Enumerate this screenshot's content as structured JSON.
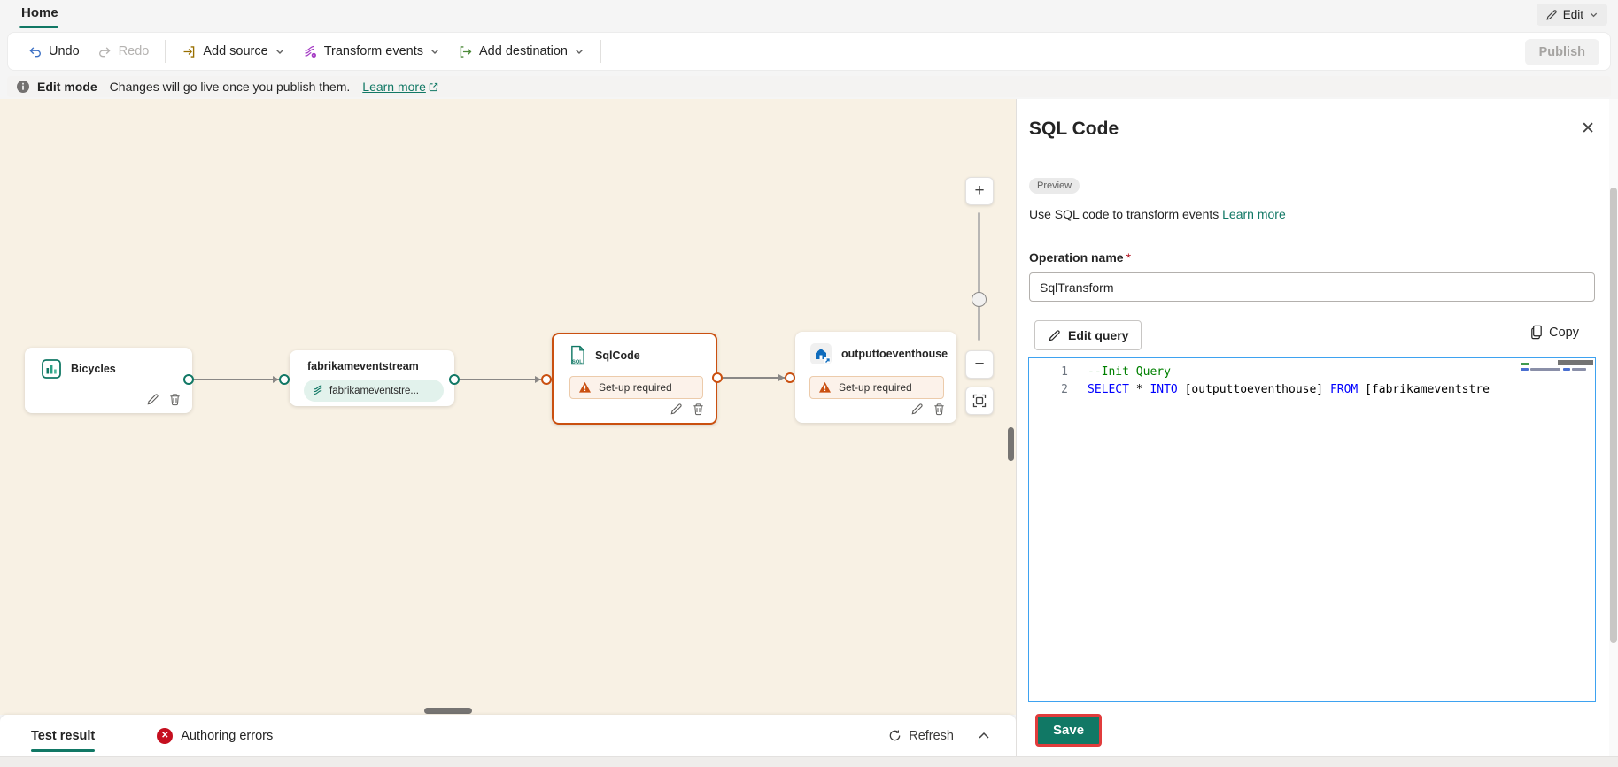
{
  "colors": {
    "accent": "#117865",
    "selection_orange": "#ca5010",
    "error_red": "#c50f1f",
    "editor_focus_blue": "#3ea2f0"
  },
  "tabs": {
    "home": "Home"
  },
  "header": {
    "edit_label": "Edit"
  },
  "toolbar": {
    "undo": "Undo",
    "redo": "Redo",
    "add_source": "Add source",
    "transform_events": "Transform events",
    "add_destination": "Add destination",
    "publish": "Publish"
  },
  "banner": {
    "title": "Edit mode",
    "message": "Changes will go live once you publish them.",
    "link": "Learn more"
  },
  "canvas": {
    "nodes": [
      {
        "title": "Bicycles"
      },
      {
        "title": "fabrikameventstream",
        "pill": "fabrikameventstre..."
      },
      {
        "title": "SqlCode",
        "warning": "Set-up required"
      },
      {
        "title": "outputtoeventhouse",
        "warning": "Set-up required"
      }
    ],
    "zoom_controls": {
      "plus": "+",
      "minus": "−"
    }
  },
  "bottom_bar": {
    "test_result": "Test result",
    "authoring_errors": "Authoring errors",
    "refresh": "Refresh"
  },
  "panel": {
    "title": "SQL Code",
    "close_icon": "✕",
    "badge": "Preview",
    "description": "Use SQL code to transform events",
    "learn_more": "Learn more",
    "operation_name": {
      "label": "Operation name",
      "required": "*",
      "value": "SqlTransform"
    },
    "edit_query": "Edit query",
    "copy": "Copy",
    "code": {
      "lines": [
        {
          "num": "1",
          "segments": [
            {
              "type": "comment",
              "text": "--Init Query"
            }
          ]
        },
        {
          "num": "2",
          "segments": [
            {
              "type": "keyword",
              "text": "SELECT"
            },
            {
              "type": "plain",
              "text": " * "
            },
            {
              "type": "keyword",
              "text": "INTO"
            },
            {
              "type": "plain",
              "text": " [outputtoeventhouse] "
            },
            {
              "type": "keyword",
              "text": "FROM"
            },
            {
              "type": "plain",
              "text": " [fabrikameventstre"
            }
          ]
        }
      ]
    },
    "save": "Save"
  }
}
